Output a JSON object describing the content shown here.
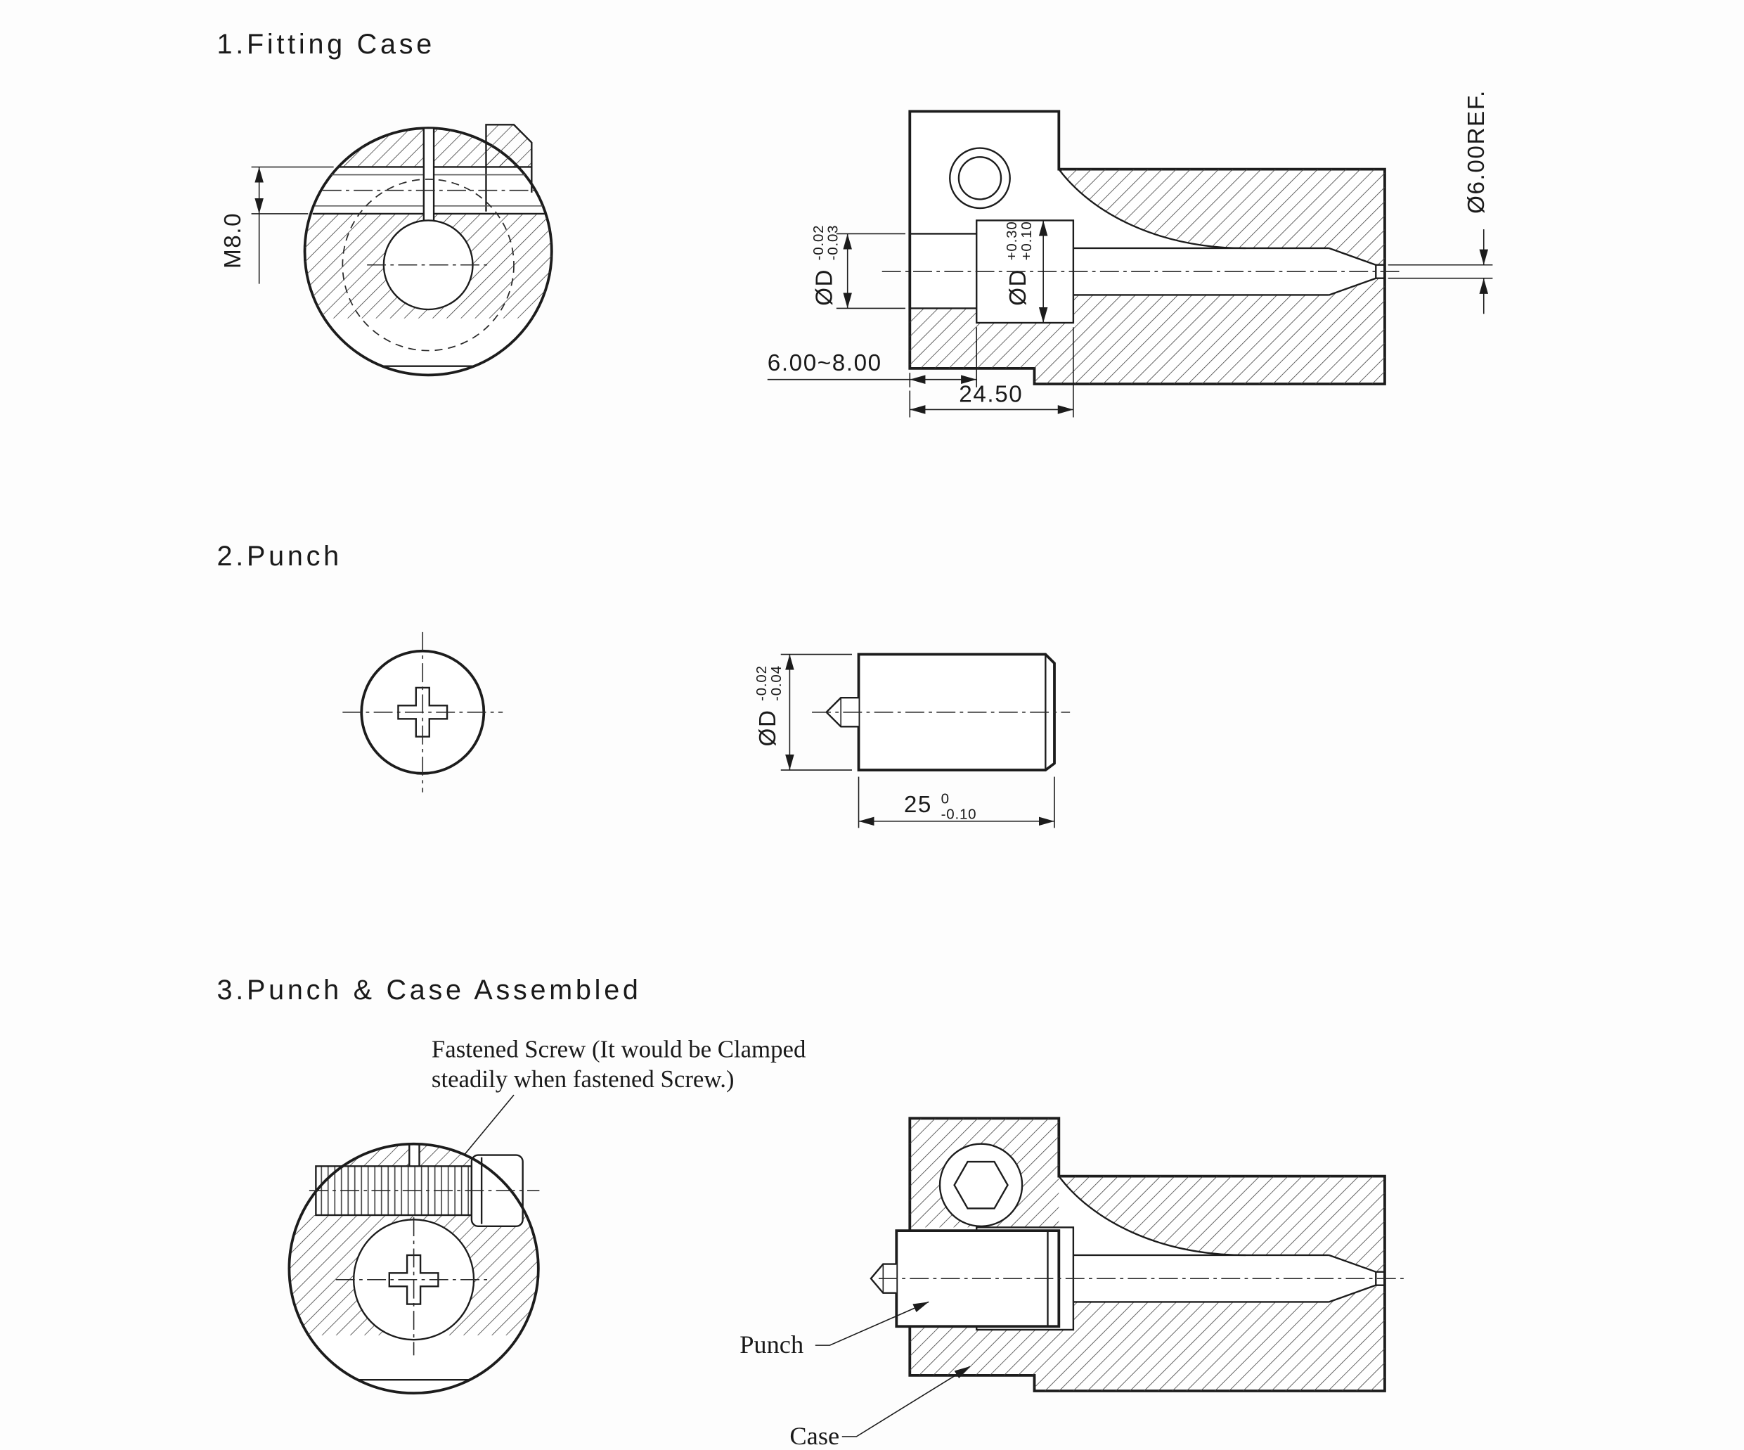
{
  "colors": {
    "line": "#1c1c1c",
    "background": "#fdfdfd",
    "hatch": "#3c3c3c"
  },
  "sections": [
    {
      "title": "1.Fitting Case"
    },
    {
      "title": "2.Punch"
    },
    {
      "title": "3.Punch & Case Assembled"
    }
  ],
  "fitting_case": {
    "front": {
      "thread_dim": "M8.0"
    },
    "side": {
      "bore_dia": "ØD",
      "bore_tol_u": "-0.02",
      "bore_tol_l": "-0.03",
      "pocket_dia": "ØD",
      "pocket_tol_u": "+0.30",
      "pocket_tol_l": "+0.10",
      "depth_range": "6.00~8.00",
      "overall_depth": "24.50",
      "exit_ref": "Ø6.00REF."
    }
  },
  "punch": {
    "side": {
      "dia": "ØD",
      "dia_tol_u": "-0.02",
      "dia_tol_l": "-0.04",
      "length": "25",
      "length_tol_u": "0",
      "length_tol_l": "-0.10"
    }
  },
  "assembly": {
    "note_line1": "Fastened Screw (It would be Clamped",
    "note_line2": "steadily when fastened Screw.)",
    "punch_label": "Punch",
    "case_label": "Case"
  }
}
